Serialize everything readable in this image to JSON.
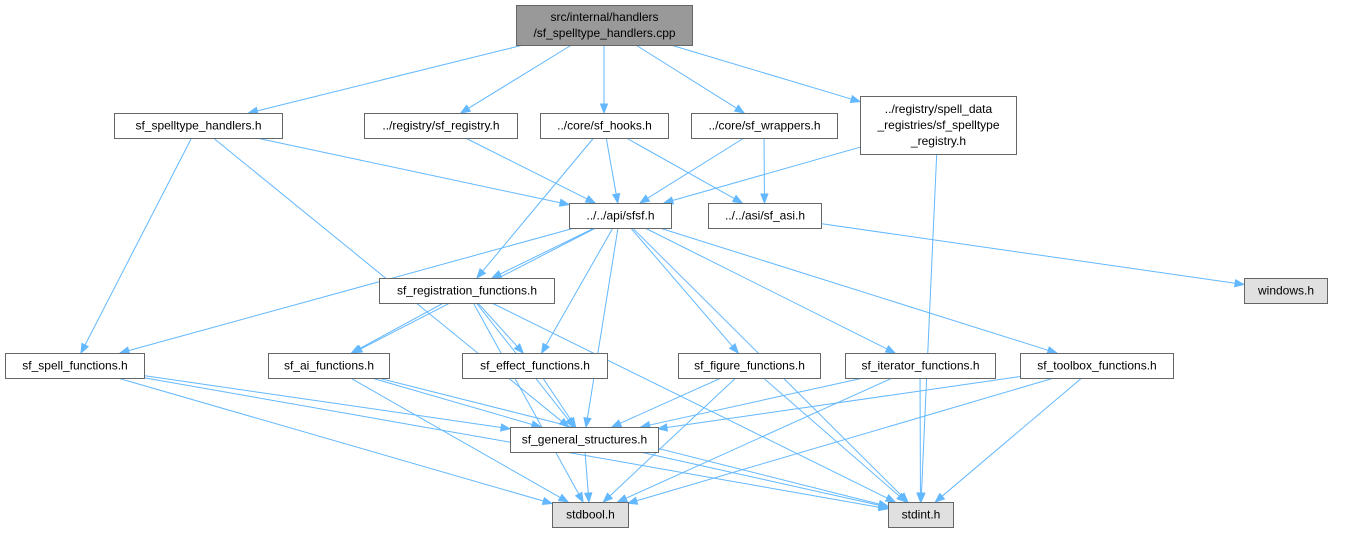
{
  "colors": {
    "root_fill": "#999999",
    "node_fill": "#ffffff",
    "system_fill": "#e0e0e0",
    "border": "#666666",
    "edge": "#63b8ff"
  },
  "nodes": [
    {
      "id": "root",
      "label": [
        "src/internal/handlers",
        "/sf_spelltype_handlers.cpp"
      ],
      "kind": "root"
    },
    {
      "id": "sf_spelltype_handlers_h",
      "label": [
        "sf_spelltype_handlers.h"
      ],
      "kind": "file"
    },
    {
      "id": "registry_sf_registry_h",
      "label": [
        "../registry/sf_registry.h"
      ],
      "kind": "file"
    },
    {
      "id": "core_sf_hooks_h",
      "label": [
        "../core/sf_hooks.h"
      ],
      "kind": "file"
    },
    {
      "id": "core_sf_wrappers_h",
      "label": [
        "../core/sf_wrappers.h"
      ],
      "kind": "file"
    },
    {
      "id": "spelltype_registry_h",
      "label": [
        "../registry/spell_data",
        "_registries/sf_spelltype",
        "_registry.h"
      ],
      "kind": "file"
    },
    {
      "id": "api_sfsf_h",
      "label": [
        "../../api/sfsf.h"
      ],
      "kind": "file"
    },
    {
      "id": "asi_sf_asi_h",
      "label": [
        "../../asi/sf_asi.h"
      ],
      "kind": "file"
    },
    {
      "id": "windows_h",
      "label": [
        "windows.h"
      ],
      "kind": "system"
    },
    {
      "id": "sf_registration_functions_h",
      "label": [
        "sf_registration_functions.h"
      ],
      "kind": "file"
    },
    {
      "id": "sf_spell_functions_h",
      "label": [
        "sf_spell_functions.h"
      ],
      "kind": "file"
    },
    {
      "id": "sf_ai_functions_h",
      "label": [
        "sf_ai_functions.h"
      ],
      "kind": "file"
    },
    {
      "id": "sf_effect_functions_h",
      "label": [
        "sf_effect_functions.h"
      ],
      "kind": "file"
    },
    {
      "id": "sf_figure_functions_h",
      "label": [
        "sf_figure_functions.h"
      ],
      "kind": "file"
    },
    {
      "id": "sf_iterator_functions_h",
      "label": [
        "sf_iterator_functions.h"
      ],
      "kind": "file"
    },
    {
      "id": "sf_toolbox_functions_h",
      "label": [
        "sf_toolbox_functions.h"
      ],
      "kind": "file"
    },
    {
      "id": "sf_general_structures_h",
      "label": [
        "sf_general_structures.h"
      ],
      "kind": "file"
    },
    {
      "id": "stdbool_h",
      "label": [
        "stdbool.h"
      ],
      "kind": "system"
    },
    {
      "id": "stdint_h",
      "label": [
        "stdint.h"
      ],
      "kind": "system"
    }
  ],
  "edges": [
    {
      "from": "root",
      "to": "sf_spelltype_handlers_h"
    },
    {
      "from": "root",
      "to": "registry_sf_registry_h"
    },
    {
      "from": "root",
      "to": "core_sf_hooks_h"
    },
    {
      "from": "root",
      "to": "core_sf_wrappers_h"
    },
    {
      "from": "root",
      "to": "spelltype_registry_h"
    },
    {
      "from": "sf_spelltype_handlers_h",
      "to": "api_sfsf_h"
    },
    {
      "from": "sf_spelltype_handlers_h",
      "to": "sf_spell_functions_h"
    },
    {
      "from": "sf_spelltype_handlers_h",
      "to": "sf_general_structures_h"
    },
    {
      "from": "registry_sf_registry_h",
      "to": "api_sfsf_h"
    },
    {
      "from": "core_sf_hooks_h",
      "to": "api_sfsf_h"
    },
    {
      "from": "core_sf_hooks_h",
      "to": "asi_sf_asi_h"
    },
    {
      "from": "core_sf_hooks_h",
      "to": "sf_registration_functions_h"
    },
    {
      "from": "core_sf_wrappers_h",
      "to": "api_sfsf_h"
    },
    {
      "from": "core_sf_wrappers_h",
      "to": "asi_sf_asi_h"
    },
    {
      "from": "spelltype_registry_h",
      "to": "api_sfsf_h"
    },
    {
      "from": "spelltype_registry_h",
      "to": "stdint_h"
    },
    {
      "from": "asi_sf_asi_h",
      "to": "windows_h"
    },
    {
      "from": "api_sfsf_h",
      "to": "sf_registration_functions_h"
    },
    {
      "from": "api_sfsf_h",
      "to": "sf_spell_functions_h"
    },
    {
      "from": "api_sfsf_h",
      "to": "sf_ai_functions_h"
    },
    {
      "from": "api_sfsf_h",
      "to": "sf_effect_functions_h"
    },
    {
      "from": "api_sfsf_h",
      "to": "sf_figure_functions_h"
    },
    {
      "from": "api_sfsf_h",
      "to": "sf_iterator_functions_h"
    },
    {
      "from": "api_sfsf_h",
      "to": "sf_toolbox_functions_h"
    },
    {
      "from": "api_sfsf_h",
      "to": "sf_general_structures_h"
    },
    {
      "from": "api_sfsf_h",
      "to": "stdint_h"
    },
    {
      "from": "sf_registration_functions_h",
      "to": "sf_ai_functions_h"
    },
    {
      "from": "sf_registration_functions_h",
      "to": "sf_effect_functions_h"
    },
    {
      "from": "sf_registration_functions_h",
      "to": "sf_general_structures_h"
    },
    {
      "from": "sf_registration_functions_h",
      "to": "stdbool_h"
    },
    {
      "from": "sf_registration_functions_h",
      "to": "stdint_h"
    },
    {
      "from": "sf_spell_functions_h",
      "to": "sf_general_structures_h"
    },
    {
      "from": "sf_spell_functions_h",
      "to": "stdbool_h"
    },
    {
      "from": "sf_spell_functions_h",
      "to": "stdint_h"
    },
    {
      "from": "sf_ai_functions_h",
      "to": "sf_general_structures_h"
    },
    {
      "from": "sf_ai_functions_h",
      "to": "stdbool_h"
    },
    {
      "from": "sf_ai_functions_h",
      "to": "stdint_h"
    },
    {
      "from": "sf_effect_functions_h",
      "to": "sf_general_structures_h"
    },
    {
      "from": "sf_figure_functions_h",
      "to": "sf_general_structures_h"
    },
    {
      "from": "sf_figure_functions_h",
      "to": "stdbool_h"
    },
    {
      "from": "sf_figure_functions_h",
      "to": "stdint_h"
    },
    {
      "from": "sf_iterator_functions_h",
      "to": "sf_general_structures_h"
    },
    {
      "from": "sf_iterator_functions_h",
      "to": "stdbool_h"
    },
    {
      "from": "sf_iterator_functions_h",
      "to": "stdint_h"
    },
    {
      "from": "sf_toolbox_functions_h",
      "to": "sf_general_structures_h"
    },
    {
      "from": "sf_toolbox_functions_h",
      "to": "stdbool_h"
    },
    {
      "from": "sf_toolbox_functions_h",
      "to": "stdint_h"
    },
    {
      "from": "sf_general_structures_h",
      "to": "stdbool_h"
    },
    {
      "from": "sf_general_structures_h",
      "to": "stdint_h"
    }
  ]
}
